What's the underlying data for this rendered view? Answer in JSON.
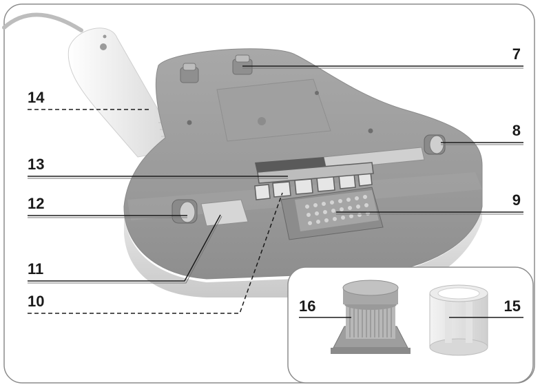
{
  "callouts": {
    "c7": "7",
    "c8": "8",
    "c9": "9",
    "c10": "10",
    "c11": "11",
    "c12": "12",
    "c13": "13",
    "c14": "14",
    "c15": "15",
    "c16": "16"
  },
  "colors": {
    "frame": "#8c8c8c",
    "body_dark": "#9a9a9a",
    "body_light": "#cfcfcf",
    "handle": "#f2f2f2",
    "metal_plate": "#d6d6d6",
    "filter": "#b5b5b5",
    "line": "#1a1a1a"
  }
}
